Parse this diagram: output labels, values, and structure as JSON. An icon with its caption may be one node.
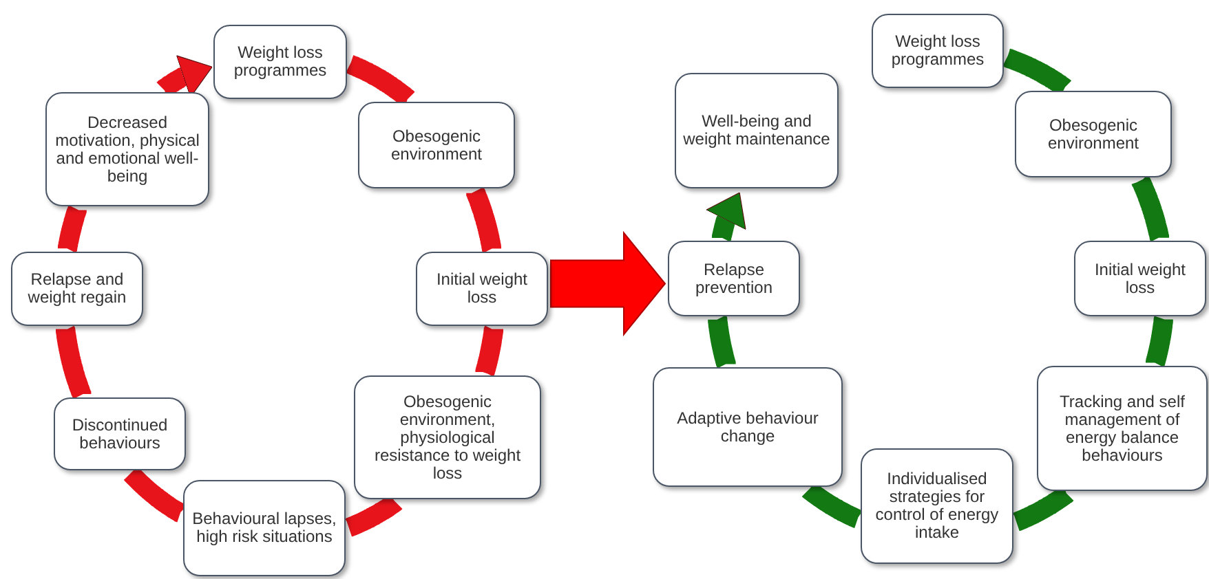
{
  "diagram": {
    "nodes": [
      {
        "text": [
          "Weight loss programmes"
        ]
      },
      {
        "text": [
          "Obesogenic environment"
        ]
      },
      {
        "text": [
          "Initial weight loss"
        ]
      },
      {
        "text": [
          "Obesogenic environment, physiological resistance to weight loss"
        ]
      },
      {
        "text": [
          "Behavioural lapses, high risk situations"
        ]
      },
      {
        "text": [
          "Discontinued behaviours"
        ]
      },
      {
        "text": [
          "Relapse and weight regain"
        ]
      },
      {
        "text": [
          "Decreased motivation, physical and emotional well-being"
        ]
      },
      {
        "text": [
          "Weight loss programmes"
        ]
      },
      {
        "text": [
          "Obesogenic environment"
        ]
      },
      {
        "text": [
          "Initial weight loss"
        ]
      },
      {
        "text": [
          "Tracking and self management of energy balance behaviours"
        ]
      },
      {
        "text": [
          "Individualised strategies for control of energy intake"
        ]
      },
      {
        "text": [
          "Adaptive behaviour change"
        ]
      },
      {
        "text": [
          "Relapse prevention"
        ]
      },
      {
        "text": [
          "Well-being and weight maintenance"
        ]
      }
    ],
    "edges": [
      {
        "from": 0,
        "to": 1,
        "arrow": "none",
        "color": "#e8141b"
      },
      {
        "from": 1,
        "to": 2,
        "arrow": "none",
        "color": "#e8141b"
      },
      {
        "from": 2,
        "to": 3,
        "arrow": "none",
        "color": "#e8141b"
      },
      {
        "from": 3,
        "to": 4,
        "arrow": "none",
        "color": "#e8141b"
      },
      {
        "from": 4,
        "to": 5,
        "arrow": "none",
        "color": "#e8141b"
      },
      {
        "from": 5,
        "to": 6,
        "arrow": "none",
        "color": "#e8141b"
      },
      {
        "from": 6,
        "to": 7,
        "arrow": "none",
        "color": "#e8141b"
      },
      {
        "from": 7,
        "to": 0,
        "arrow": "to",
        "color": "#e8141b"
      },
      {
        "from": 8,
        "to": 9,
        "arrow": "none",
        "color": "#137a13"
      },
      {
        "from": 9,
        "to": 10,
        "arrow": "none",
        "color": "#137a13"
      },
      {
        "from": 10,
        "to": 11,
        "arrow": "none",
        "color": "#137a13"
      },
      {
        "from": 11,
        "to": 12,
        "arrow": "none",
        "color": "#137a13"
      },
      {
        "from": 12,
        "to": 13,
        "arrow": "none",
        "color": "#137a13"
      },
      {
        "from": 13,
        "to": 14,
        "arrow": "none",
        "color": "#137a13"
      },
      {
        "from": 14,
        "to": 15,
        "arrow": "to",
        "color": "#137a13"
      },
      {
        "from": 2,
        "to": 14,
        "arrow": "to",
        "style": "thick",
        "color": "#ff0000"
      }
    ]
  }
}
